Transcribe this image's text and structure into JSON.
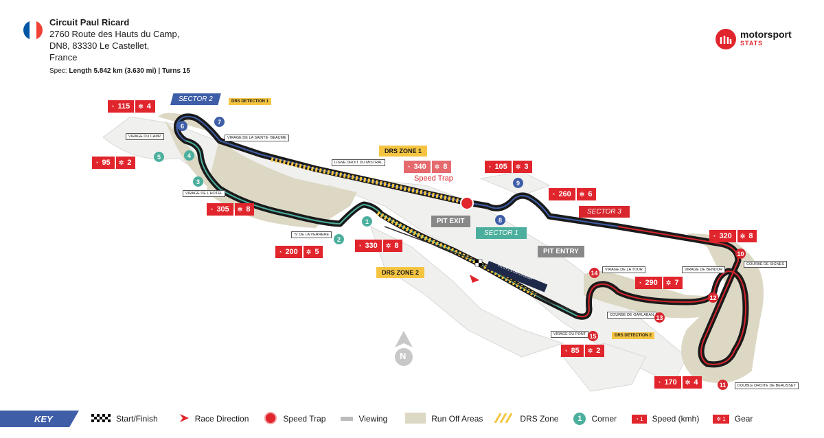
{
  "header": {
    "title": "Circuit Paul Ricard",
    "address_lines": [
      "2760 Route des Hauts du Camp,",
      "DN8, 83330 Le Castellet,",
      "France"
    ],
    "spec_prefix": "Spec: ",
    "spec_value": "Length 5.842 km (3.630 mi) | Turns 15",
    "flag_colors": [
      "#0055a4",
      "#ffffff",
      "#ef4135"
    ]
  },
  "logo": {
    "line1": "motorsport",
    "line2": "STATS",
    "color": "#e1252c"
  },
  "speed_badges": [
    {
      "speed": "115",
      "gear": "4"
    },
    {
      "speed": "95",
      "gear": "2"
    },
    {
      "speed": "305",
      "gear": "8"
    },
    {
      "speed": "200",
      "gear": "5"
    },
    {
      "speed": "330",
      "gear": "8"
    },
    {
      "speed": "340",
      "gear": "8"
    },
    {
      "speed": "105",
      "gear": "3"
    },
    {
      "speed": "260",
      "gear": "6"
    },
    {
      "speed": "320",
      "gear": "8"
    },
    {
      "speed": "290",
      "gear": "7"
    },
    {
      "speed": "85",
      "gear": "2"
    },
    {
      "speed": "170",
      "gear": "4"
    }
  ],
  "corner_labels": [
    "VIRAGE DU CAMP",
    "VIRAGE DE LA SAINTE- BEAUME",
    "LIGNE DROIT DU MISTRAL",
    "VIRAGE DE L'HOTEL",
    "'S' DE LA VERRERE",
    "VIRAGE DE LA TOUR",
    "VIRAGE DE BENDOR",
    "COURBE DE SIGNES",
    "COURBE DE GARLABAN",
    "VIRAGE DU PONT",
    "DOUBLE DROITE DE BEAUSSET"
  ],
  "drs": {
    "zone1": "DRS ZONE 1",
    "zone2": "DRS ZONE 2",
    "det1": "DRS DETECTION 1",
    "det2": "DRS DETECTION 2"
  },
  "sectors": {
    "s1": "SECTOR 1",
    "s2": "SECTOR 2",
    "s3": "SECTOR 3"
  },
  "pit": {
    "exit": "PIT EXIT",
    "entry": "PIT ENTRY",
    "pits": "PITS",
    "start_finish": "F1 START/FINISH"
  },
  "speed_trap": "Speed Trap",
  "north": "N",
  "corners": [
    "1",
    "2",
    "3",
    "4",
    "5",
    "6",
    "7",
    "8",
    "9",
    "10",
    "11",
    "12",
    "13",
    "14",
    "15"
  ],
  "key": {
    "title": "KEY",
    "start_finish": "Start/Finish",
    "race_direction": "Race Direction",
    "speed_trap": "Speed Trap",
    "viewing": "Viewing",
    "run_off": "Run Off Areas",
    "drs_zone": "DRS Zone",
    "corner": "Corner",
    "corner_num": "1",
    "speed": "Speed (kmh)",
    "speed_num": "1",
    "gear": "Gear",
    "gear_num": "1"
  },
  "colors": {
    "red": "#e1252c",
    "blue": "#3f5ea8",
    "teal": "#4caf9d",
    "drs": "#f5c542",
    "runoff": "#dcd8c4",
    "track": "#1a1a1a"
  }
}
